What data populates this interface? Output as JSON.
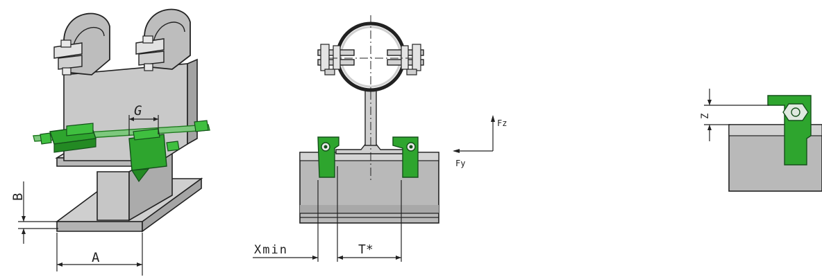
{
  "colors": {
    "steel_light": "#d2d2d2",
    "steel_mid": "#b7b7b7",
    "steel_dark": "#9a9a9a",
    "clamp_green": "#2ea52e",
    "clamp_green_dark": "#1f7a1f",
    "line": "#222222"
  },
  "labels": {
    "dim_g": "G",
    "dim_b": "B",
    "dim_a": "A",
    "dim_xmin": "Xmin",
    "dim_t": "T*",
    "force_fz": "Fz",
    "force_fy": "Fy",
    "dim_z": "Z"
  }
}
